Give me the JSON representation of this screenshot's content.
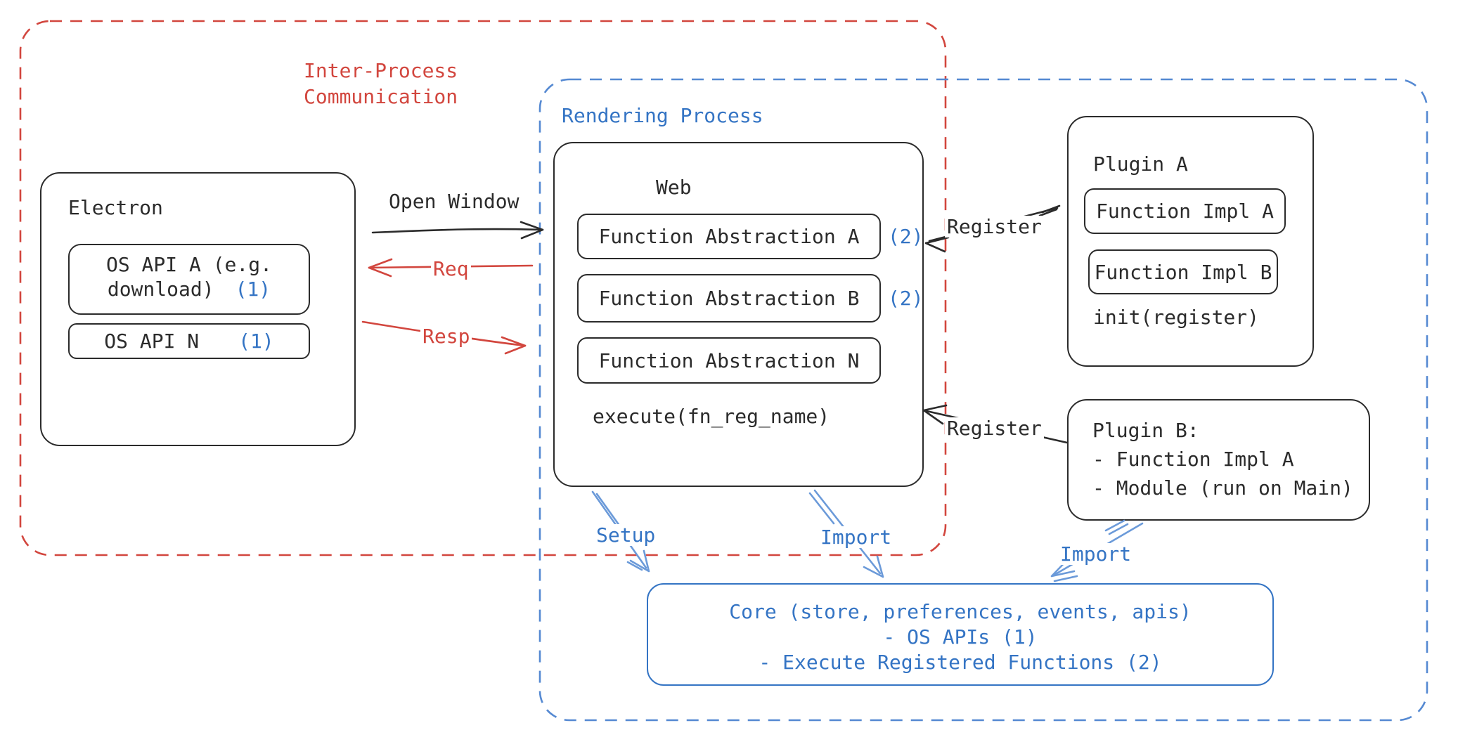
{
  "colors": {
    "ink": "#2b2b2b",
    "red": "#d2463e",
    "blue": "#3474c4",
    "blue_dash": "#5589d2",
    "blue_arrow": "#6b9ad9",
    "bg": "#ffffff"
  },
  "regions": {
    "ipc": {
      "label": "Inter-Process\nCommunication"
    },
    "rendering": {
      "label": "Rendering Process"
    }
  },
  "electron": {
    "title": "Electron",
    "apis": [
      {
        "line1": "OS API A (e.g.",
        "line2": "download)",
        "badge": "(1)"
      },
      {
        "label": "OS API N",
        "badge": "(1)"
      }
    ]
  },
  "web": {
    "title": "Web",
    "abstractions": [
      {
        "label": "Function Abstraction A",
        "badge": "(2)"
      },
      {
        "label": "Function Abstraction B",
        "badge": "(2)"
      },
      {
        "label": "Function Abstraction N",
        "badge": ""
      }
    ],
    "footer": "execute(fn_reg_name)"
  },
  "plugin_a": {
    "title": "Plugin A",
    "impls": [
      {
        "label": "Function Impl A"
      },
      {
        "label": "Function Impl B"
      }
    ],
    "footer": "init(register)"
  },
  "plugin_b": {
    "title": "Plugin B:",
    "items": [
      "- Function Impl A",
      "- Module (run on Main)"
    ]
  },
  "core": {
    "lines": [
      "Core (store, preferences, events, apis)",
      "- OS APIs (1)",
      "- Execute Registered Functions (2)"
    ]
  },
  "arrows": {
    "open_window": "Open Window",
    "req": "Req",
    "resp": "Resp",
    "register_plugin_a": "Register",
    "register_plugin_b": "Register",
    "setup": "Setup",
    "import_web": "Import",
    "import_plugin_b": "Import"
  }
}
